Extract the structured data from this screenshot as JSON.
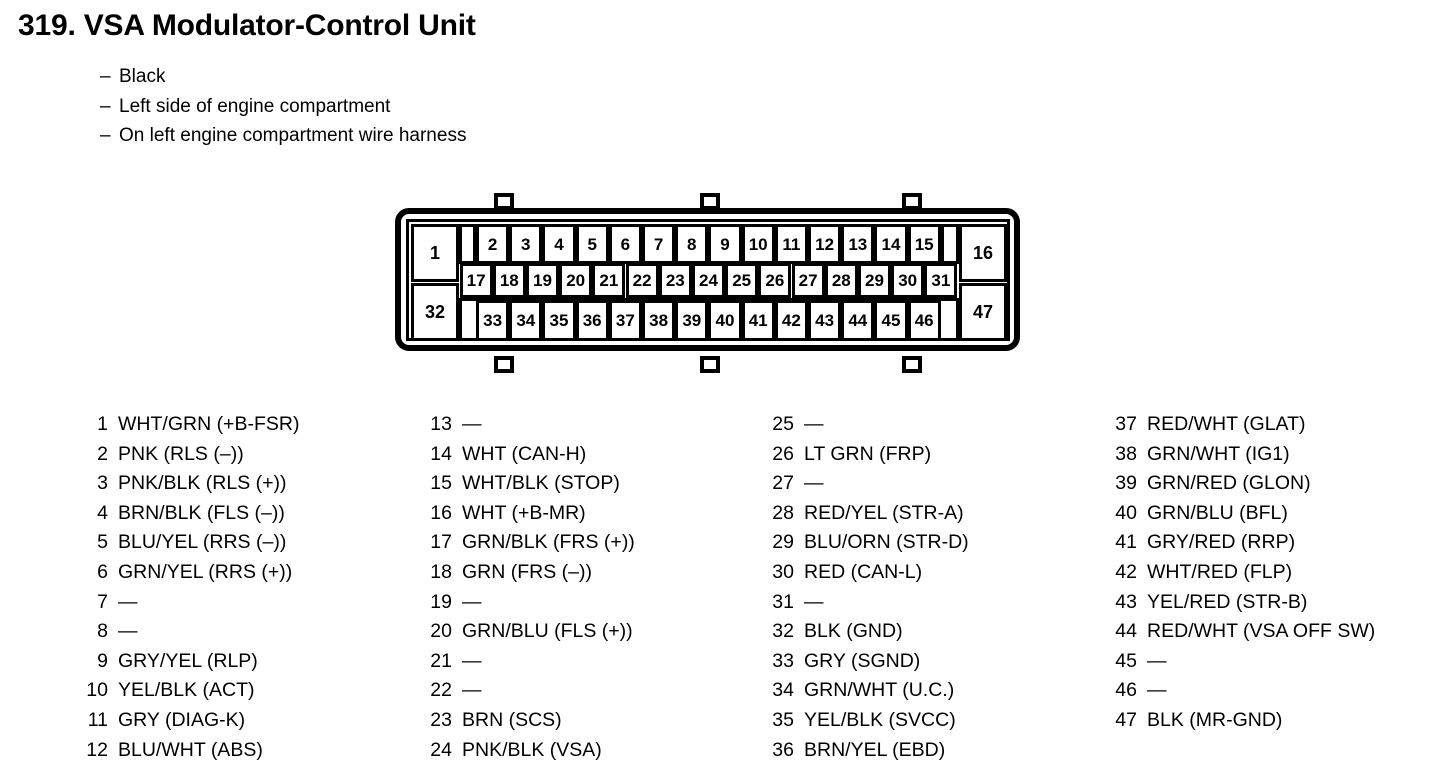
{
  "header": {
    "title": "319.  VSA Modulator-Control Unit",
    "bullets": [
      {
        "dash": "–",
        "text": "Black"
      },
      {
        "dash": "–",
        "text": "Left side of engine compartment"
      },
      {
        "dash": "–",
        "text": "On left engine compartment wire harness"
      }
    ]
  },
  "connector": {
    "row1": [
      "2",
      "3",
      "4",
      "5",
      "6",
      "7",
      "8",
      "9",
      "10",
      "11",
      "12",
      "13",
      "14",
      "15"
    ],
    "row2": [
      "17",
      "18",
      "19",
      "20",
      "21",
      "22",
      "23",
      "24",
      "25",
      "26",
      "27",
      "28",
      "29",
      "30",
      "31"
    ],
    "row3": [
      "33",
      "34",
      "35",
      "36",
      "37",
      "38",
      "39",
      "40",
      "41",
      "42",
      "43",
      "44",
      "45",
      "46"
    ],
    "corner_top_left": "1",
    "corner_bottom_left": "32",
    "corner_top_right": "16",
    "corner_bottom_right": "47"
  },
  "pins": {
    "column1": [
      {
        "num": "1",
        "label": "WHT/GRN (+B-FSR)"
      },
      {
        "num": "2",
        "label": "PNK (RLS (–))"
      },
      {
        "num": "3",
        "label": "PNK/BLK (RLS (+))"
      },
      {
        "num": "4",
        "label": "BRN/BLK (FLS (–))"
      },
      {
        "num": "5",
        "label": "BLU/YEL (RRS (–))"
      },
      {
        "num": "6",
        "label": "GRN/YEL (RRS (+))"
      },
      {
        "num": "7",
        "label": "—"
      },
      {
        "num": "8",
        "label": "—"
      },
      {
        "num": "9",
        "label": "GRY/YEL (RLP)"
      },
      {
        "num": "10",
        "label": "YEL/BLK (ACT)"
      },
      {
        "num": "11",
        "label": "GRY (DIAG-K)"
      },
      {
        "num": "12",
        "label": "BLU/WHT (ABS)"
      }
    ],
    "column2": [
      {
        "num": "13",
        "label": "—"
      },
      {
        "num": "14",
        "label": "WHT (CAN-H)"
      },
      {
        "num": "15",
        "label": "WHT/BLK (STOP)"
      },
      {
        "num": "16",
        "label": "WHT (+B-MR)"
      },
      {
        "num": "17",
        "label": "GRN/BLK (FRS (+))"
      },
      {
        "num": "18",
        "label": "GRN (FRS (–))"
      },
      {
        "num": "19",
        "label": "—"
      },
      {
        "num": "20",
        "label": "GRN/BLU (FLS (+))"
      },
      {
        "num": "21",
        "label": "—"
      },
      {
        "num": "22",
        "label": "—"
      },
      {
        "num": "23",
        "label": "BRN (SCS)"
      },
      {
        "num": "24",
        "label": "PNK/BLK (VSA)"
      }
    ],
    "column3": [
      {
        "num": "25",
        "label": "—"
      },
      {
        "num": "26",
        "label": "LT GRN (FRP)"
      },
      {
        "num": "27",
        "label": "—"
      },
      {
        "num": "28",
        "label": "RED/YEL (STR-A)"
      },
      {
        "num": "29",
        "label": "BLU/ORN (STR-D)"
      },
      {
        "num": "30",
        "label": "RED (CAN-L)"
      },
      {
        "num": "31",
        "label": "—"
      },
      {
        "num": "32",
        "label": "BLK (GND)"
      },
      {
        "num": "33",
        "label": "GRY (SGND)"
      },
      {
        "num": "34",
        "label": "GRN/WHT (U.C.)"
      },
      {
        "num": "35",
        "label": "YEL/BLK (SVCC)"
      },
      {
        "num": "36",
        "label": "BRN/YEL (EBD)"
      }
    ],
    "column4": [
      {
        "num": "37",
        "label": "RED/WHT (GLAT)"
      },
      {
        "num": "38",
        "label": "GRN/WHT (IG1)"
      },
      {
        "num": "39",
        "label": "GRN/RED (GLON)"
      },
      {
        "num": "40",
        "label": "GRN/BLU (BFL)"
      },
      {
        "num": "41",
        "label": "GRY/RED (RRP)"
      },
      {
        "num": "42",
        "label": "WHT/RED (FLP)"
      },
      {
        "num": "43",
        "label": "YEL/RED (STR-B)"
      },
      {
        "num": "44",
        "label": "RED/WHT (VSA OFF SW)"
      },
      {
        "num": "45",
        "label": "—"
      },
      {
        "num": "46",
        "label": "—"
      },
      {
        "num": "47",
        "label": "BLK (MR-GND)"
      }
    ]
  }
}
